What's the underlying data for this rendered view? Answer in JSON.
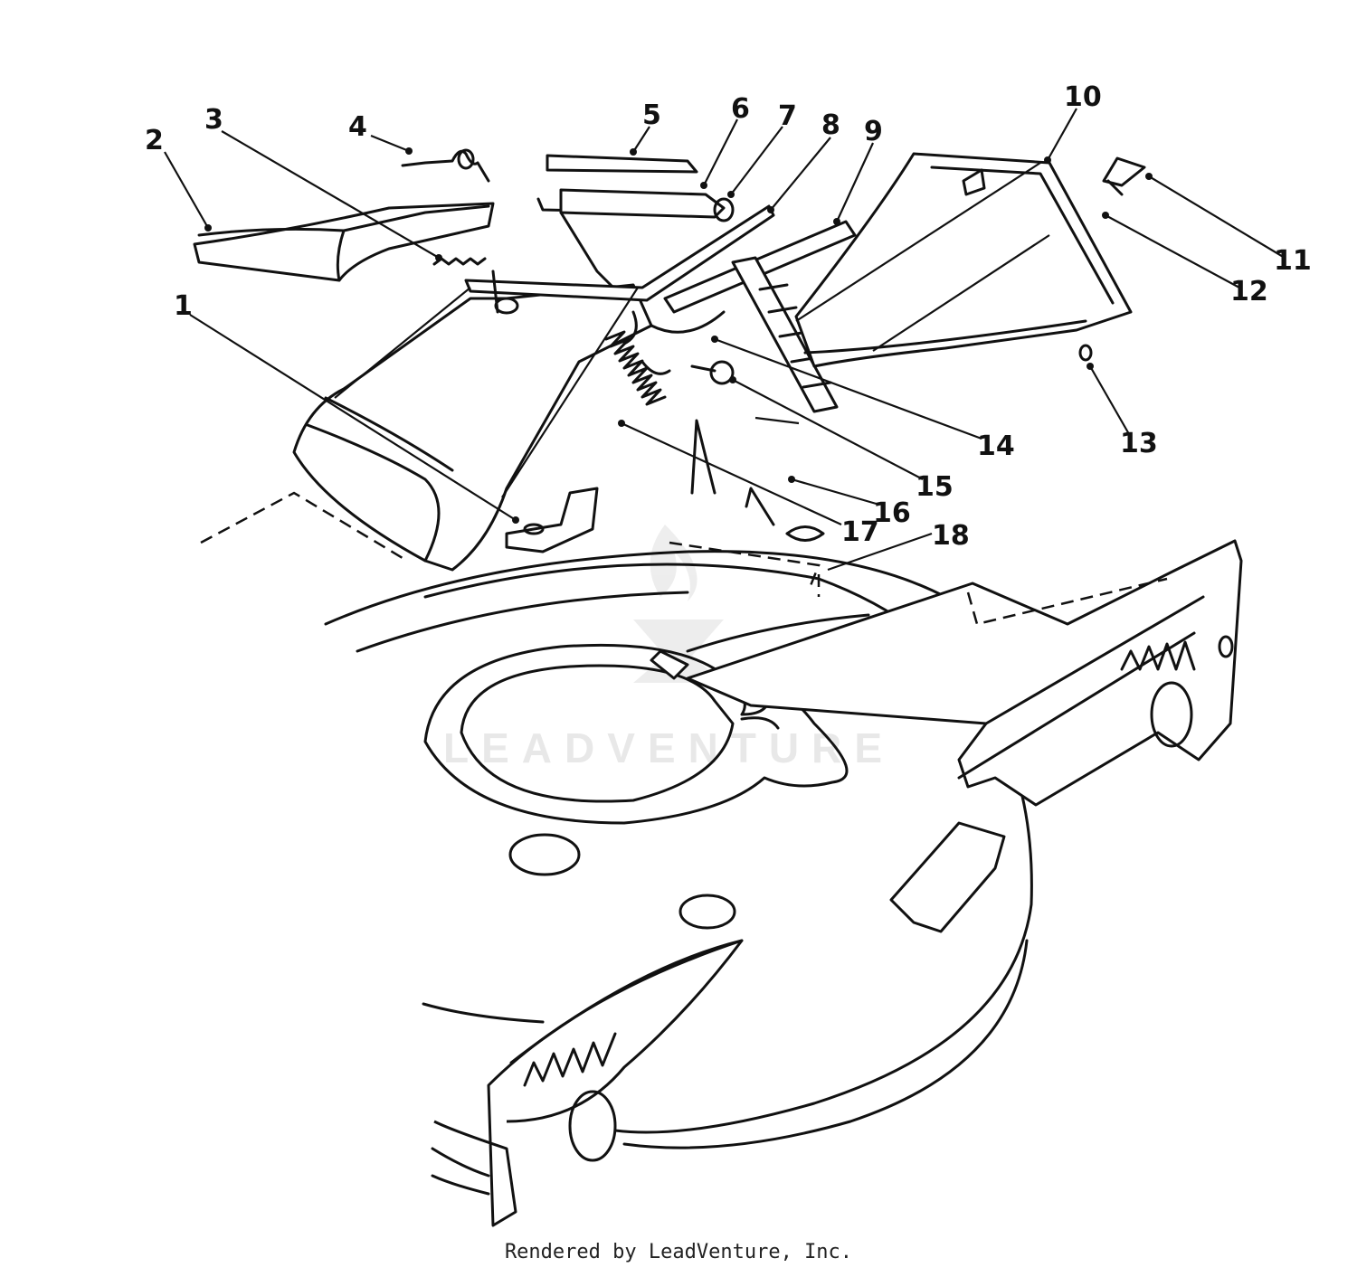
{
  "diagram": {
    "callouts": [
      "1",
      "2",
      "3",
      "4",
      "5",
      "6",
      "7",
      "8",
      "9",
      "10",
      "11",
      "12",
      "13",
      "14",
      "15",
      "16",
      "17",
      "18"
    ]
  },
  "watermark": "LEADVENTURE",
  "footer": "Rendered by LeadVenture, Inc."
}
